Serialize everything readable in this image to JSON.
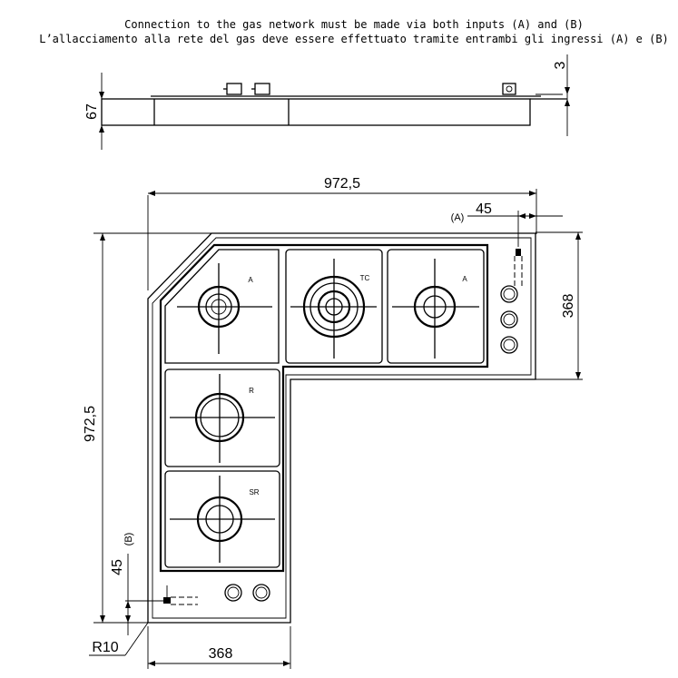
{
  "notes": {
    "line_en": "Connection to the gas network must be made via both inputs (A) and (B)",
    "line_it": "L’allacciamento alla rete del gas deve essere effettuato tramite entrambi gli ingressi (A) e (B)"
  },
  "side_view": {
    "height_label": "67",
    "offset_label": "3"
  },
  "dimensions": {
    "overall_width": "972,5",
    "overall_height": "972,5",
    "wing_depth_right": "368",
    "wing_width_bottom": "368",
    "inlet_a_offset": "45",
    "inlet_b_offset": "45",
    "corner_radius": "R10"
  },
  "inlets": {
    "a_label": "(A)",
    "b_label": "(B)"
  },
  "burners": [
    {
      "label": "A",
      "type": "auxiliary"
    },
    {
      "label": "TC",
      "type": "triple-crown"
    },
    {
      "label": "A",
      "type": "auxiliary"
    },
    {
      "label": "R",
      "type": "rapid"
    },
    {
      "label": "SR",
      "type": "semi-rapid"
    }
  ],
  "controls": {
    "right_knob_count": 3,
    "bottom_knob_count": 2
  }
}
